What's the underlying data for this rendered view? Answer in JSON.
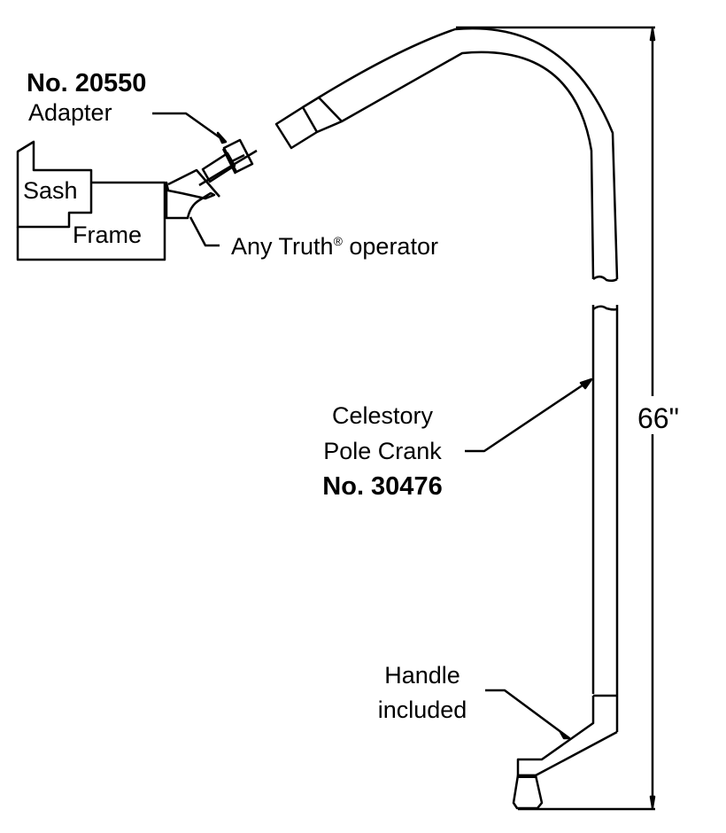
{
  "adapter": {
    "part_number": "No. 20550",
    "name": "Adapter"
  },
  "window": {
    "sash_label": "Sash",
    "frame_label": "Frame"
  },
  "operator": {
    "label_pre": "Any Truth",
    "registered": "®",
    "label_post": " operator"
  },
  "pole_crank": {
    "line1": "Celestory",
    "line2": "Pole Crank",
    "part_number": "No. 30476"
  },
  "dimension": {
    "height": "66\""
  },
  "handle": {
    "line1": "Handle",
    "line2": "included"
  }
}
